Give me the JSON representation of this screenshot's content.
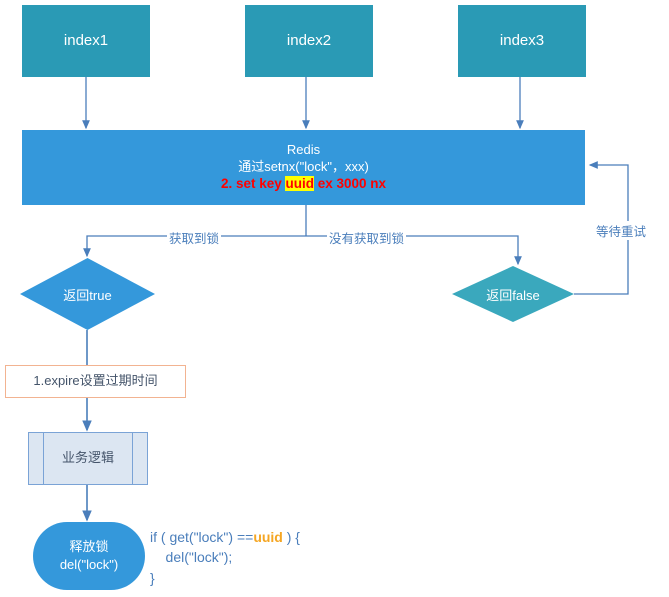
{
  "diagram": {
    "title": "Redis distributed lock flowchart",
    "colors": {
      "index_box": "#2a9ab5",
      "redis_box": "#3498db",
      "diamond_true": "#3498db",
      "diamond_false": "#3aa8bd",
      "expire_border": "#f2b391",
      "business_fill": "#dce6f2",
      "business_border": "#7aa3d6",
      "connector": "#4a7ebb",
      "code_text": "#4a7ebb",
      "code_uuid": "#f5a623",
      "cmd_red": "#ff0000",
      "cmd_highlight": "#ffff00"
    }
  },
  "clients": [
    {
      "label": "index1"
    },
    {
      "label": "index2"
    },
    {
      "label": "index3"
    }
  ],
  "redis": {
    "title": "Redis",
    "setnx_line": "通过setnx(\"lock\"，xxx)",
    "command": {
      "prefix": "2. set key ",
      "highlight": "uuid",
      "suffix": " ex 3000 nx"
    }
  },
  "edges": {
    "got_lock": "获取到锁",
    "no_lock": "没有获取到锁",
    "wait_retry": "等待重试"
  },
  "decisions": {
    "return_true": "返回true",
    "return_false": "返回false"
  },
  "steps": {
    "expire": "1.expire设置过期时间",
    "business": "业务逻辑",
    "release": {
      "line1": "释放锁",
      "line2": "del(\"lock\")"
    }
  },
  "code": {
    "line1_before": "if ( get(\"lock\") ==",
    "line1_uuid": "uuid",
    "line1_after": " ) {",
    "line2": "    del(\"lock\");",
    "line3": "}"
  }
}
